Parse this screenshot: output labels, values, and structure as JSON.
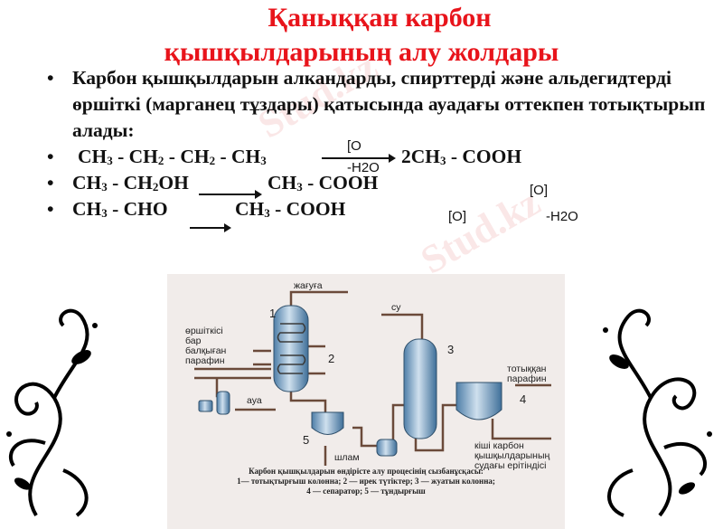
{
  "slide": {
    "title_line1": "Қаныққан карбон",
    "title_line2": "қышқылдарының алу жолдары",
    "bullets": [
      "Карбон қышқылдарын алкандарды, спирттерді және альдегидтерді өршіткі (марганец тұздары) қатысында ауадағы оттекпен тотықтырып алады:"
    ],
    "bullet_symbol": "•",
    "reactions": {
      "r1_left": [
        "CH",
        "3",
        " - CH",
        "2",
        " - CH",
        "2",
        " - CH",
        "3"
      ],
      "r1_above": "[O",
      "r1_below": "-H2O",
      "r1_right": [
        "2CH",
        "3",
        " - COOH"
      ],
      "r2_left": [
        "CH",
        "3",
        " - CH",
        "2",
        "OH"
      ],
      "r2_right": [
        "CH",
        "3",
        " - COOH"
      ],
      "r2_note": "[O]",
      "r3_left": [
        "CH",
        "3",
        " - CHO"
      ],
      "r3_right": [
        "CH",
        "3",
        " - COOH"
      ],
      "r3_note1": "[O]",
      "r3_note2": "-H2O"
    },
    "watermark": "Stud.kz"
  },
  "diagram": {
    "labels": {
      "top_out": "жағуға",
      "catalyst": "өршіткісі\nбар\nбалқыған\nпарафин",
      "air": "ауа",
      "water": "су",
      "sludge": "шлам",
      "oxidized": "тотыққан\nпарафин",
      "acids": "кіші карбон\nқышқылдарының\nсудағы ерітіндісі",
      "n1": "1",
      "n2": "2",
      "n3": "3",
      "n4": "4",
      "n5": "5"
    },
    "caption": [
      "Карбон қышқылдарын өндірісте алу процесінің сызбанұсқасы:",
      "1— тотықтырғыш колонна; 2 — ирек түтіктер; 3 — жуатын колонна;",
      "4 — сепаратор; 5 — тұндырғыш"
    ]
  },
  "colors": {
    "title": "#e8141b",
    "vessel": "#7fa7c9"
  }
}
